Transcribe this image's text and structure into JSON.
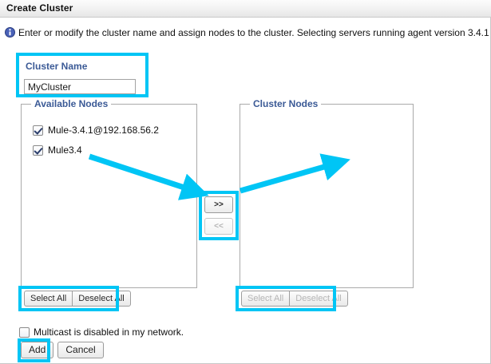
{
  "window": {
    "title": "Create Cluster"
  },
  "info": {
    "icon": "info-circle-icon",
    "text": "Enter or modify the cluster name and assign nodes to the cluster. Selecting servers running agent version 3.4.1"
  },
  "form": {
    "cluster_name": {
      "label": "Cluster Name",
      "value": "MyCluster",
      "placeholder": ""
    },
    "multicast": {
      "label": "Multicast is disabled in my network.",
      "checked": false
    }
  },
  "available_nodes": {
    "legend": "Available Nodes",
    "nodes": [
      {
        "label": "Mule-3.4.1@192.168.56.2",
        "checked": true
      },
      {
        "label": "Mule3.4",
        "checked": true
      }
    ],
    "select_all_label": "Select All",
    "deselect_all_label": "Deselect All",
    "buttons_disabled": false
  },
  "cluster_nodes": {
    "legend": "Cluster Nodes",
    "nodes": [],
    "select_all_label": "Select All",
    "deselect_all_label": "Deselect All",
    "buttons_disabled": true
  },
  "transfer": {
    "add_label": ">>",
    "remove_label": "<<",
    "add_disabled": false,
    "remove_disabled": true
  },
  "actions": {
    "add_label": "Add",
    "cancel_label": "Cancel"
  },
  "annotations": {
    "highlight_color": "#00c5f5",
    "arrow_color": "#00c5f5",
    "boxes": [
      "cluster-name-field",
      "transfer-buttons",
      "available-select-all-buttons",
      "cluster-select-all-buttons",
      "add-button"
    ],
    "arrows": [
      "from-available-nodes-to-transfer-buttons",
      "from-transfer-buttons-to-cluster-nodes-panel"
    ]
  },
  "theme": {
    "legend_color": "#3b5a96",
    "titlebar_bg": "#f1f1f1",
    "panel_border": "#aaaaaa"
  }
}
